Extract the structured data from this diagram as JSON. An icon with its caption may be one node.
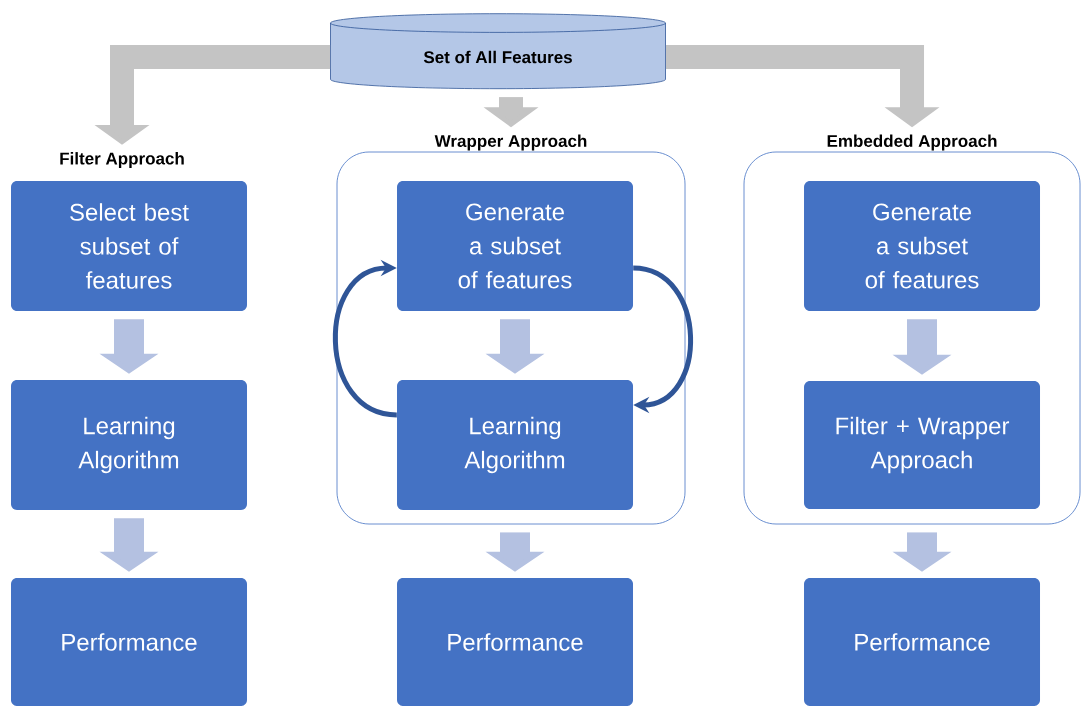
{
  "diagram": {
    "nodes": [
      {
        "text": [
          "Set of All Features"
        ]
      },
      {
        "text": [
          "Filter Approach"
        ]
      },
      {
        "text": [
          "Select best subset of features"
        ]
      },
      {
        "text": [
          "Learning Algorithm"
        ]
      },
      {
        "text": [
          "Performance"
        ]
      },
      {
        "text": [
          "Wrapper Approach"
        ]
      },
      {
        "text": [
          "Generate a subset of features"
        ],
        "in": 5
      },
      {
        "text": [
          "Learning Algorithm"
        ],
        "in": 5
      },
      {
        "text": [
          "Performance"
        ]
      },
      {
        "text": [
          "Embedded Approach"
        ]
      },
      {
        "text": [
          "Generate a subset of features"
        ],
        "in": 9
      },
      {
        "text": [
          "Filter + Wrapper Approach"
        ],
        "in": 9
      },
      {
        "text": [
          "Performance"
        ]
      }
    ],
    "edges": [
      {
        "from": 0,
        "to": 1,
        "arrow": "to",
        "color": "#c4c4c4"
      },
      {
        "from": 0,
        "to": 5,
        "arrow": "to",
        "color": "#c4c4c4"
      },
      {
        "from": 0,
        "to": 9,
        "arrow": "to",
        "color": "#c4c4c4"
      },
      {
        "from": 2,
        "to": 3,
        "arrow": "to"
      },
      {
        "from": 3,
        "to": 4,
        "arrow": "to"
      },
      {
        "from": 6,
        "to": 7,
        "arrow": "to"
      },
      {
        "from": 6,
        "to": 7,
        "arrow": "to",
        "color": "#2f5597"
      },
      {
        "from": 7,
        "to": 6,
        "arrow": "to",
        "color": "#2f5597"
      },
      {
        "from": 5,
        "to": 8,
        "arrow": "to"
      },
      {
        "from": 10,
        "to": 11,
        "arrow": "to"
      },
      {
        "from": 9,
        "to": 12,
        "arrow": "to"
      }
    ]
  }
}
